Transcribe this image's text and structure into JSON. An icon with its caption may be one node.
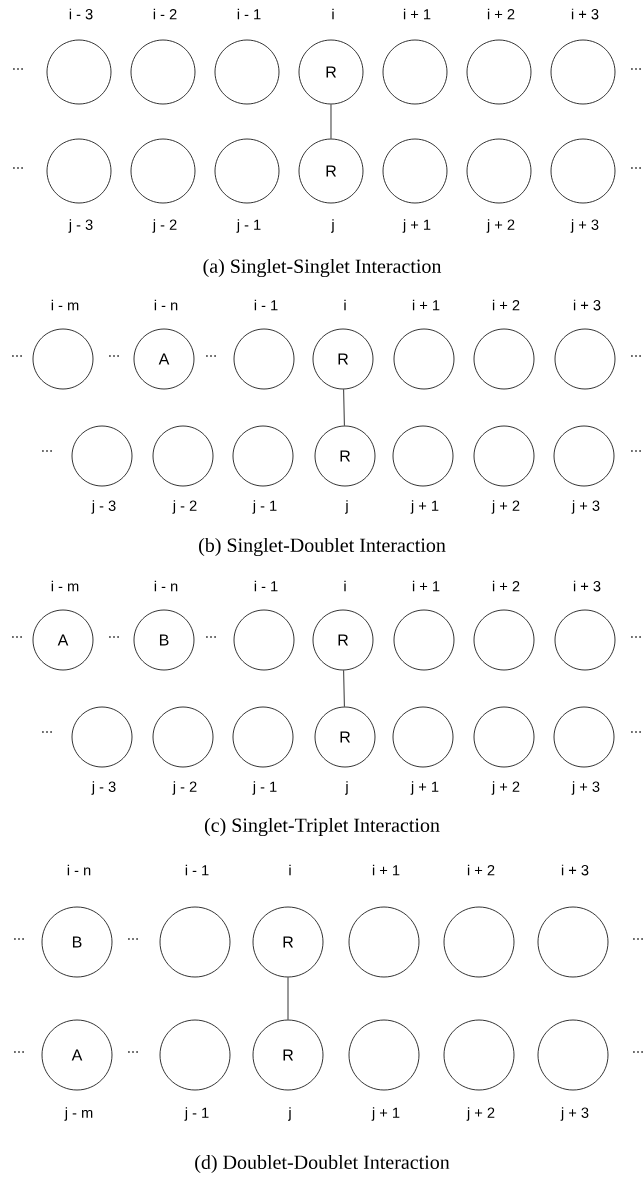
{
  "diagram": {
    "nodes": [
      {
        "text": [],
        "shape": "circle",
        "beside": [
          "i - 3"
        ]
      },
      {
        "text": [],
        "shape": "circle",
        "beside": [
          "i - 2"
        ]
      },
      {
        "text": [],
        "shape": "circle",
        "beside": [
          "i - 1"
        ]
      },
      {
        "text": [
          "R"
        ],
        "beside": [
          "i"
        ]
      },
      {
        "text": [],
        "shape": "circle",
        "beside": [
          "i + 1"
        ]
      },
      {
        "text": [],
        "shape": "circle",
        "beside": [
          "i + 2"
        ]
      },
      {
        "text": [],
        "shape": "circle",
        "beside": [
          "i + 3"
        ]
      },
      {
        "text": [],
        "shape": "circle",
        "beside": [
          "j - 3"
        ]
      },
      {
        "text": [],
        "shape": "circle",
        "beside": [
          "j - 2"
        ]
      },
      {
        "text": [],
        "shape": "circle",
        "beside": [
          "j - 1"
        ]
      },
      {
        "text": [
          "R"
        ],
        "beside": [
          "j"
        ]
      },
      {
        "text": [],
        "shape": "circle",
        "beside": [
          "j + 1"
        ]
      },
      {
        "text": [],
        "shape": "circle",
        "beside": [
          "j + 2"
        ]
      },
      {
        "text": [],
        "shape": "circle",
        "beside": [
          "j + 3"
        ]
      },
      {
        "text": [],
        "shape": "circle",
        "beside": [
          "i - m"
        ]
      },
      {
        "text": [
          "A"
        ],
        "beside": [
          "i - n"
        ]
      },
      {
        "text": [],
        "shape": "circle",
        "beside": [
          "i - 1"
        ]
      },
      {
        "text": [
          "R"
        ],
        "beside": [
          "i"
        ]
      },
      {
        "text": [],
        "shape": "circle",
        "beside": [
          "i + 1"
        ]
      },
      {
        "text": [],
        "shape": "circle",
        "beside": [
          "i + 2"
        ]
      },
      {
        "text": [],
        "shape": "circle",
        "beside": [
          "i + 3"
        ]
      },
      {
        "text": [],
        "shape": "circle",
        "beside": [
          "j - 3"
        ]
      },
      {
        "text": [],
        "shape": "circle",
        "beside": [
          "j - 2"
        ]
      },
      {
        "text": [],
        "shape": "circle",
        "beside": [
          "j - 1"
        ]
      },
      {
        "text": [
          "R"
        ],
        "beside": [
          "j"
        ]
      },
      {
        "text": [],
        "shape": "circle",
        "beside": [
          "j + 1"
        ]
      },
      {
        "text": [],
        "shape": "circle",
        "beside": [
          "j + 2"
        ]
      },
      {
        "text": [],
        "shape": "circle",
        "beside": [
          "j + 3"
        ]
      },
      {
        "text": [
          "A"
        ],
        "beside": [
          "i - m"
        ]
      },
      {
        "text": [
          "B"
        ],
        "beside": [
          "i - n"
        ]
      },
      {
        "text": [],
        "shape": "circle",
        "beside": [
          "i - 1"
        ]
      },
      {
        "text": [
          "R"
        ],
        "beside": [
          "i"
        ]
      },
      {
        "text": [],
        "shape": "circle",
        "beside": [
          "i + 1"
        ]
      },
      {
        "text": [],
        "shape": "circle",
        "beside": [
          "i + 2"
        ]
      },
      {
        "text": [],
        "shape": "circle",
        "beside": [
          "i + 3"
        ]
      },
      {
        "text": [],
        "shape": "circle",
        "beside": [
          "j - 3"
        ]
      },
      {
        "text": [],
        "shape": "circle",
        "beside": [
          "j - 2"
        ]
      },
      {
        "text": [],
        "shape": "circle",
        "beside": [
          "j - 1"
        ]
      },
      {
        "text": [
          "R"
        ],
        "beside": [
          "j"
        ]
      },
      {
        "text": [],
        "shape": "circle",
        "beside": [
          "j + 1"
        ]
      },
      {
        "text": [],
        "shape": "circle",
        "beside": [
          "j + 2"
        ]
      },
      {
        "text": [],
        "shape": "circle",
        "beside": [
          "j + 3"
        ]
      },
      {
        "text": [
          "B"
        ],
        "beside": [
          "i - n"
        ]
      },
      {
        "text": [],
        "shape": "circle",
        "beside": [
          "i - 1"
        ]
      },
      {
        "text": [
          "R"
        ],
        "beside": [
          "i"
        ]
      },
      {
        "text": [],
        "shape": "circle",
        "beside": [
          "i + 1"
        ]
      },
      {
        "text": [],
        "shape": "circle",
        "beside": [
          "i + 2"
        ]
      },
      {
        "text": [],
        "shape": "circle",
        "beside": [
          "i + 3"
        ]
      },
      {
        "text": [
          "A"
        ],
        "beside": [
          "j - m"
        ]
      },
      {
        "text": [],
        "shape": "circle",
        "beside": [
          "j - 1"
        ]
      },
      {
        "text": [
          "R"
        ],
        "beside": [
          "j"
        ]
      },
      {
        "text": [],
        "shape": "circle",
        "beside": [
          "j + 1"
        ]
      },
      {
        "text": [],
        "shape": "circle",
        "beside": [
          "j + 2"
        ]
      },
      {
        "text": [],
        "shape": "circle",
        "beside": [
          "j + 3"
        ]
      }
    ],
    "edges": [
      {
        "from": 3,
        "to": 10,
        "arrow": "none"
      },
      {
        "from": 17,
        "to": 24,
        "arrow": "none"
      },
      {
        "from": 31,
        "to": 38,
        "arrow": "none"
      },
      {
        "from": 44,
        "to": 50,
        "arrow": "none"
      }
    ],
    "labels": [
      "...",
      "...",
      "...",
      "...",
      "(a) Singlet-Singlet Interaction",
      "...",
      "...",
      "...",
      "...",
      "...",
      "...",
      "(b) Singlet-Doublet Interaction",
      "...",
      "...",
      "...",
      "...",
      "...",
      "...",
      "(c) Singlet-Triplet Interaction",
      "...",
      "...",
      "...",
      "...",
      "...",
      "...",
      "(d) Doublet-Doublet Interaction"
    ]
  }
}
